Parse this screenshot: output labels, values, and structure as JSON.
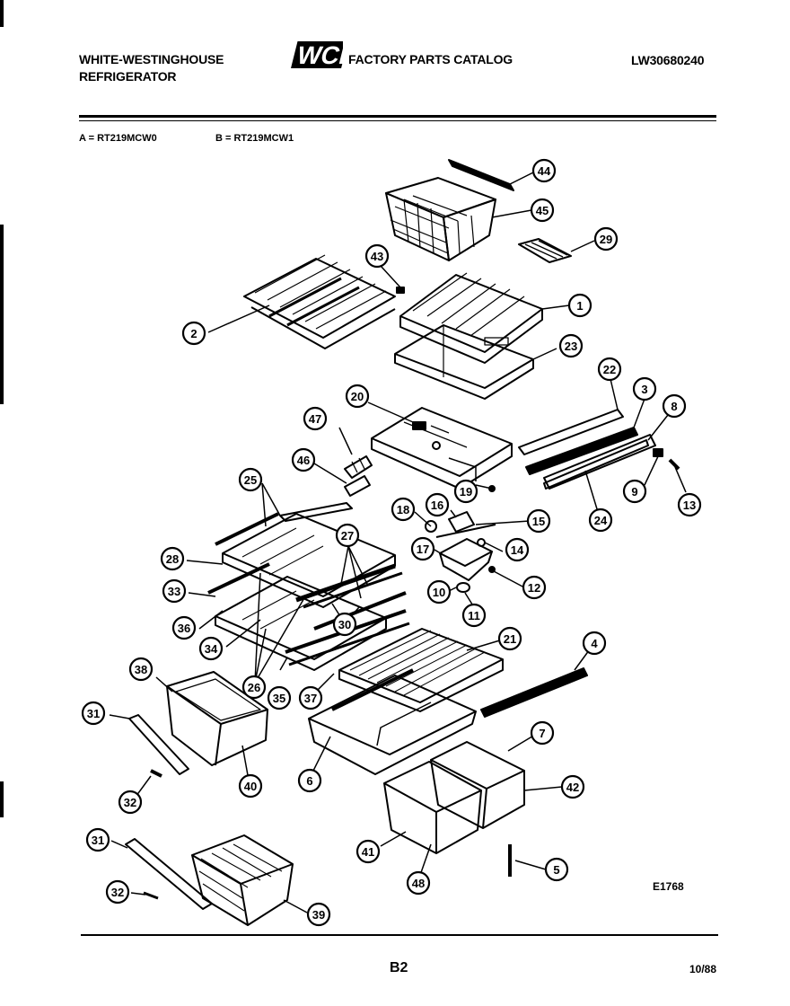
{
  "header": {
    "brand_line1": "WHITE-WESTINGHOUSE",
    "brand_line2": "REFRIGERATOR",
    "logo_text": "WCI",
    "catalog_title": "FACTORY PARTS CATALOG",
    "model_number": "LW30680240"
  },
  "variants": {
    "a": "A = RT219MCW0",
    "b": "B = RT219MCW1"
  },
  "figure_code": "E1768",
  "footer": {
    "page": "B2",
    "date": "10/88"
  },
  "callouts": [
    {
      "n": "44"
    },
    {
      "n": "45"
    },
    {
      "n": "29"
    },
    {
      "n": "43"
    },
    {
      "n": "2"
    },
    {
      "n": "1"
    },
    {
      "n": "23"
    },
    {
      "n": "20"
    },
    {
      "n": "22"
    },
    {
      "n": "3"
    },
    {
      "n": "8"
    },
    {
      "n": "47"
    },
    {
      "n": "46"
    },
    {
      "n": "19"
    },
    {
      "n": "9"
    },
    {
      "n": "13"
    },
    {
      "n": "24"
    },
    {
      "n": "25"
    },
    {
      "n": "18"
    },
    {
      "n": "16"
    },
    {
      "n": "15"
    },
    {
      "n": "27"
    },
    {
      "n": "17"
    },
    {
      "n": "14"
    },
    {
      "n": "28"
    },
    {
      "n": "12"
    },
    {
      "n": "33"
    },
    {
      "n": "10"
    },
    {
      "n": "11"
    },
    {
      "n": "36"
    },
    {
      "n": "30"
    },
    {
      "n": "34"
    },
    {
      "n": "21"
    },
    {
      "n": "4"
    },
    {
      "n": "38"
    },
    {
      "n": "26"
    },
    {
      "n": "35"
    },
    {
      "n": "37"
    },
    {
      "n": "31"
    },
    {
      "n": "7"
    },
    {
      "n": "40"
    },
    {
      "n": "6"
    },
    {
      "n": "42"
    },
    {
      "n": "32"
    },
    {
      "n": "31"
    },
    {
      "n": "41"
    },
    {
      "n": "5"
    },
    {
      "n": "48"
    },
    {
      "n": "32"
    },
    {
      "n": "39"
    }
  ]
}
